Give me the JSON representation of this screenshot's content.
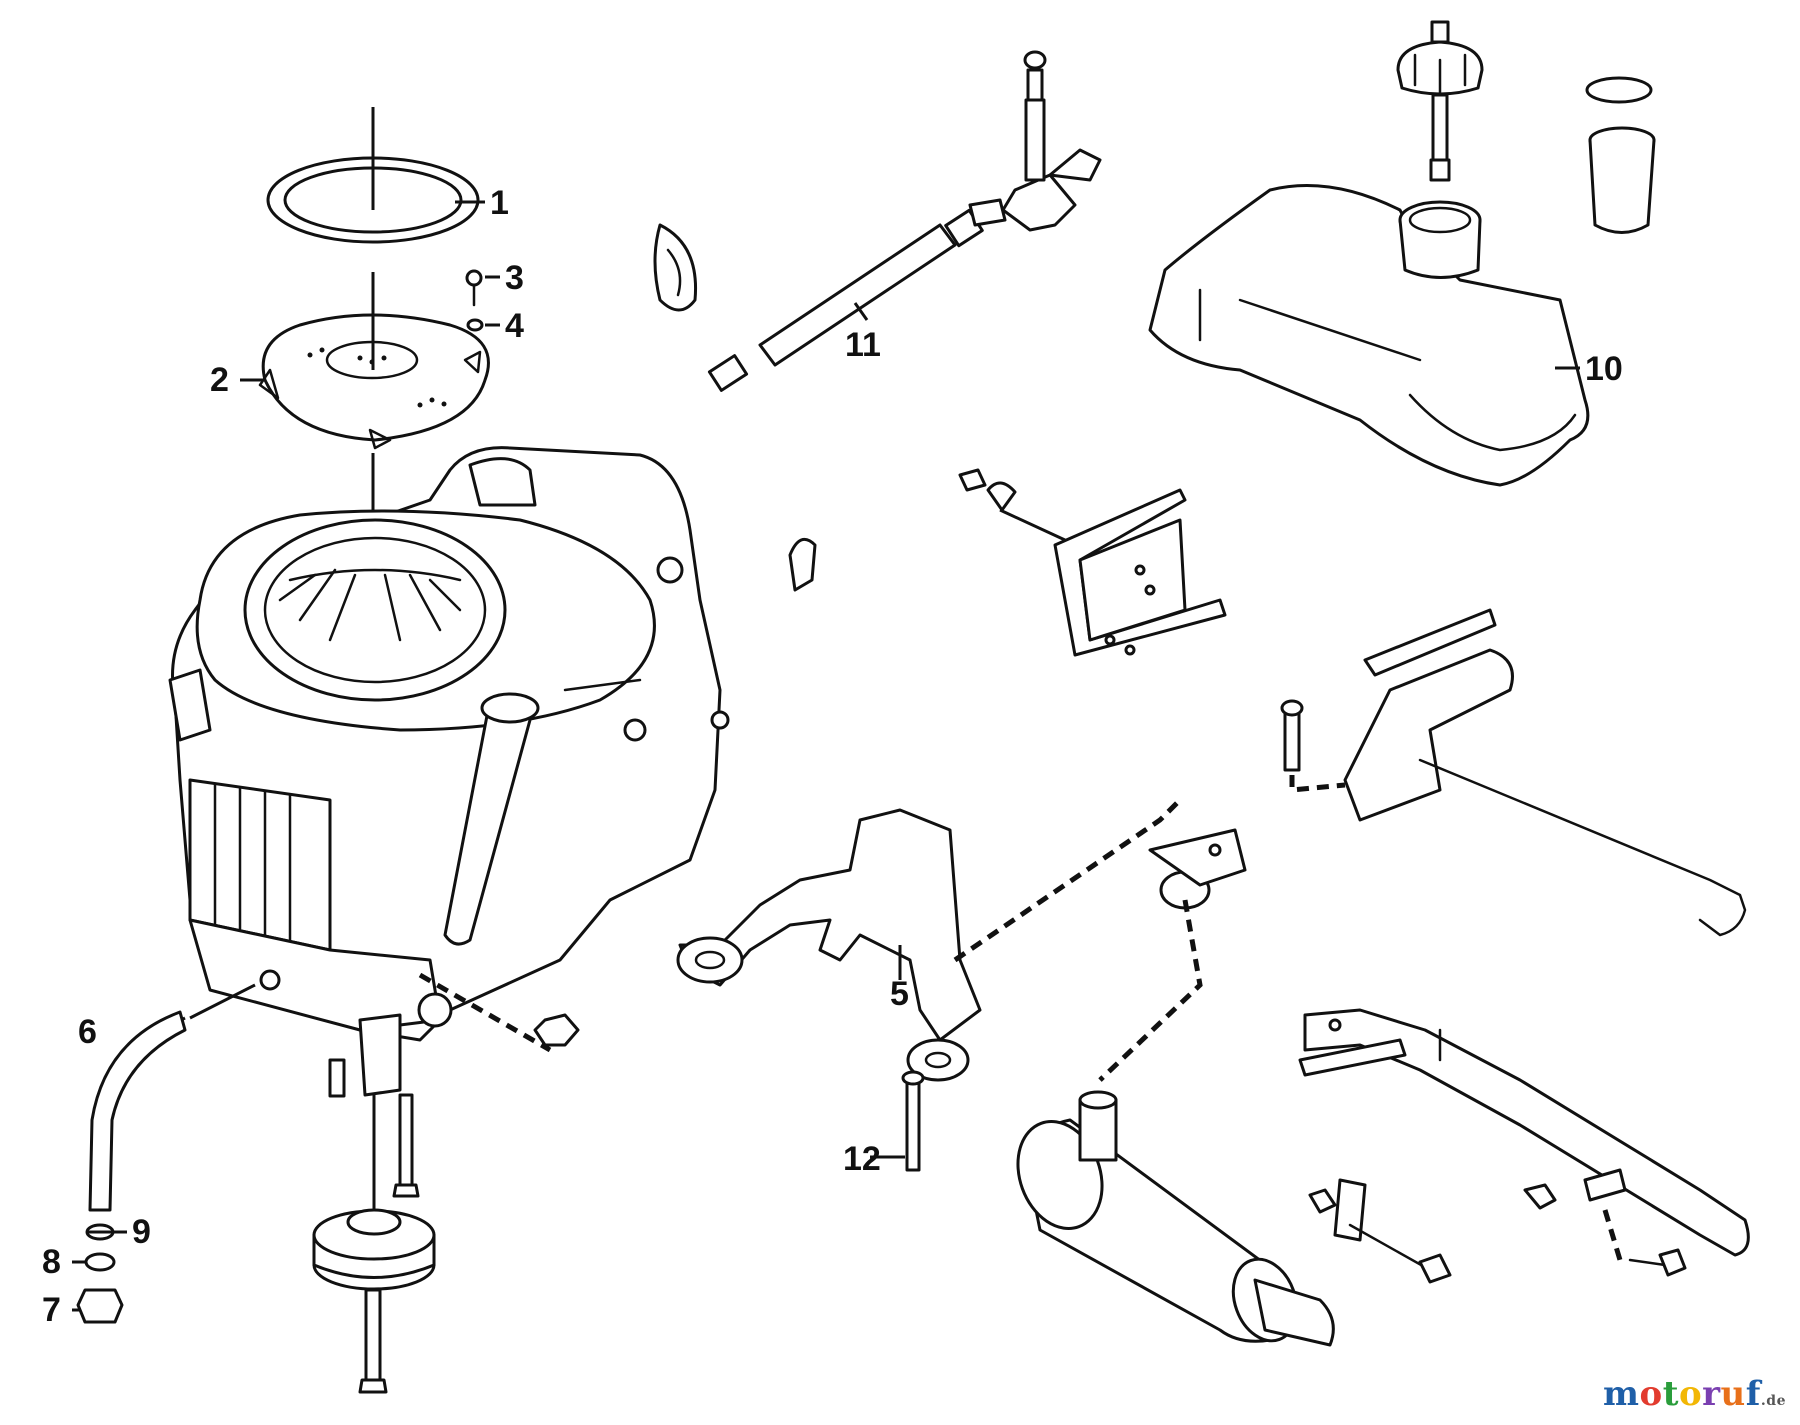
{
  "diagram": {
    "callouts": [
      {
        "id": "1",
        "label": "1"
      },
      {
        "id": "2",
        "label": "2"
      },
      {
        "id": "3",
        "label": "3"
      },
      {
        "id": "4",
        "label": "4"
      },
      {
        "id": "5",
        "label": "5"
      },
      {
        "id": "6",
        "label": "6"
      },
      {
        "id": "7",
        "label": "7"
      },
      {
        "id": "8",
        "label": "8"
      },
      {
        "id": "9",
        "label": "9"
      },
      {
        "id": "10",
        "label": "10"
      },
      {
        "id": "11",
        "label": "11"
      },
      {
        "id": "12",
        "label": "12"
      }
    ]
  },
  "watermark": {
    "text": "motoruf",
    "suffix": ".de",
    "letter_colors": [
      "#1f5fa8",
      "#e23b2e",
      "#2a9d3b",
      "#f2b705",
      "#7a3fb0",
      "#e8701a",
      "#1f5fa8"
    ]
  }
}
